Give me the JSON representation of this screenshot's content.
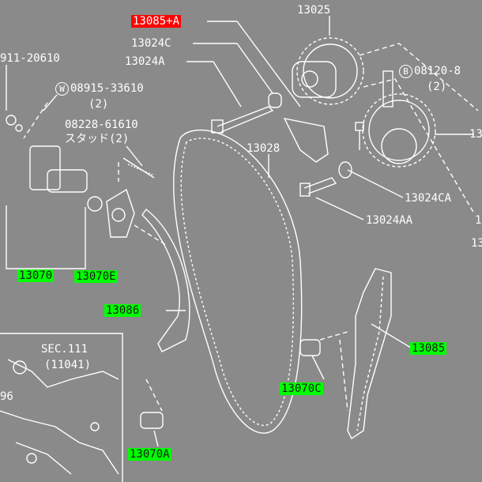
{
  "labels": {
    "p13085a": "13085+A",
    "p13025": "13025",
    "p13024c": "13024C",
    "p13024a": "13024A",
    "p08120": "08120-8",
    "p08120_qty": "(2)",
    "p08915": "08915-33610",
    "p08915_prefix": "W",
    "p08915_qty": "(2)",
    "p08911": "911-20610",
    "p08228": "08228-61610",
    "stud": "スタッド(2)",
    "p13028": "13028",
    "p13024ca": "13024CA",
    "p13024aa": "13024AA",
    "p13070": "13070",
    "p13070e": "13070E",
    "p13086": "13086",
    "p13085": "13085",
    "p13070c": "13070C",
    "p13070a": "13070A",
    "sec": "SEC.111",
    "sec_sub": "(11041)",
    "p96": "96",
    "edge_13": "13",
    "edge_1a": "1",
    "edge_1b": "13",
    "b_prefix": "B"
  },
  "colors": {
    "background": "#8a8a8a",
    "lines": "#ffffff",
    "highlight_green": "#00ff00",
    "highlight_red": "#ff0000"
  }
}
